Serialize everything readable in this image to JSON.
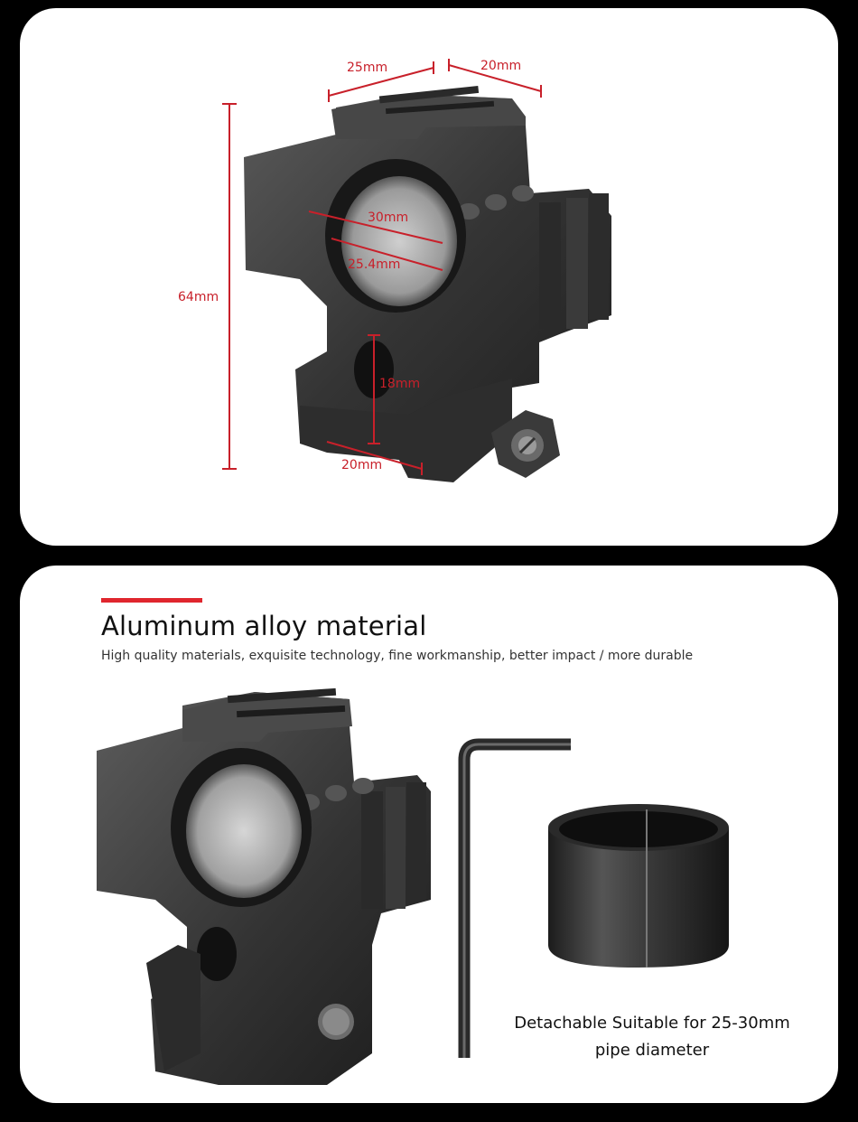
{
  "dimensions": {
    "height": "64mm",
    "top_rail_width": "25mm",
    "side_rail_width": "20mm",
    "ring_outer": "30mm",
    "ring_inner": "25.4mm",
    "hole_height": "18mm",
    "base_rail_width": "20mm"
  },
  "feature": {
    "title": "Aluminum alloy material",
    "subtitle": "High quality materials, exquisite technology, fine workmanship, better impact / more durable",
    "accent_color": "#e0262e"
  },
  "insert_caption": {
    "line1": "Detachable Suitable for 25-30mm",
    "line2": "pipe diameter"
  },
  "colors": {
    "dimension_red": "#c8202a",
    "metal_dark": "#2b2b2b",
    "background": "#000000",
    "card": "#ffffff"
  }
}
